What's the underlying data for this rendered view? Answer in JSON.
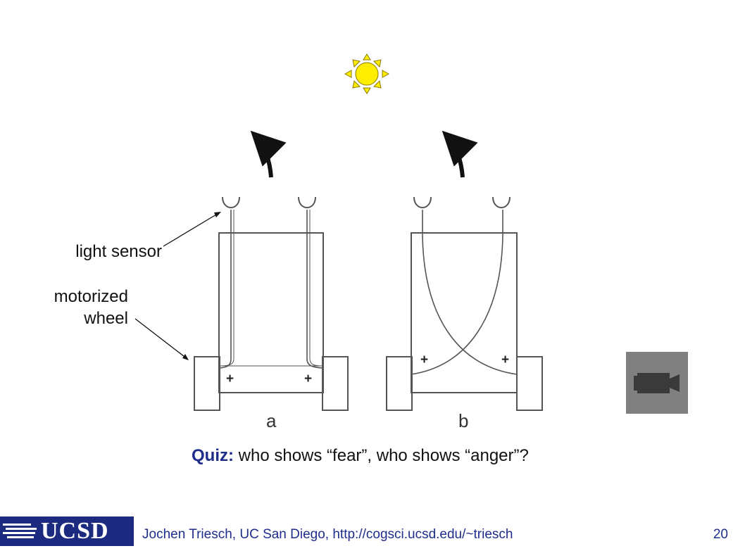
{
  "diagram": {
    "light_sensor_label": "light sensor",
    "motorized_wheel_label_line1": "motorized",
    "motorized_wheel_label_line2": "wheel",
    "vehicle_a": {
      "label": "a",
      "left_sign": "+",
      "right_sign": "+"
    },
    "vehicle_b": {
      "label": "b",
      "left_sign": "+",
      "right_sign": "+"
    }
  },
  "quiz": {
    "keyword": "Quiz:",
    "question": " who shows “fear”, who shows “anger”?"
  },
  "footer": {
    "logo_text": "UCSD",
    "credit": "Jochen Triesch, UC San Diego, http://cogsci.ucsd.edu/~triesch",
    "page_number": "20"
  },
  "icons": {
    "sun": "sun-icon",
    "video": "video-camera-icon"
  },
  "colors": {
    "sun_fill": "#ffee00",
    "title_blue": "#1f2d8a",
    "video_button_bg": "#808080"
  }
}
